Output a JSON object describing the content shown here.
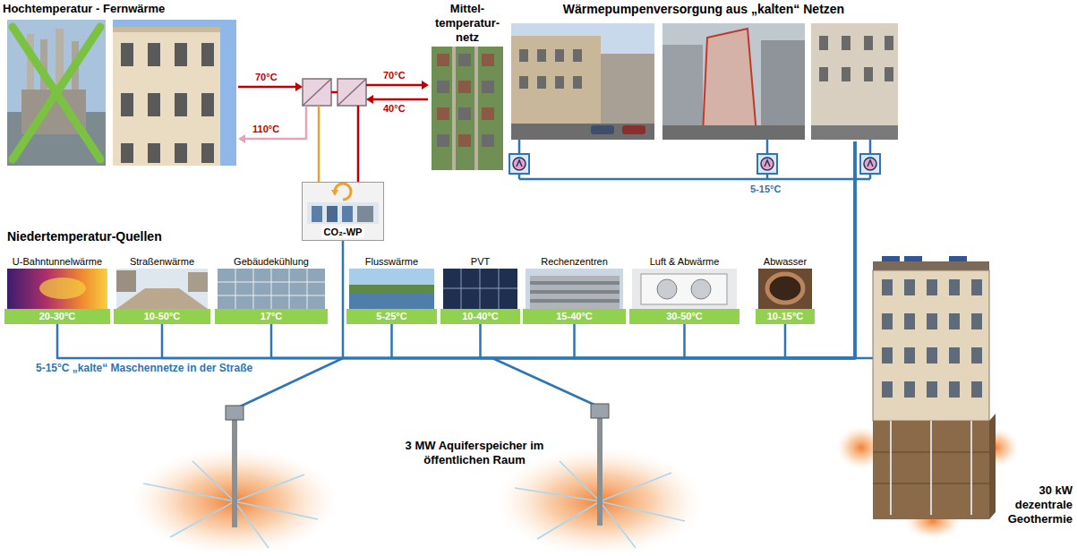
{
  "diagram": {
    "nodes": [
      {
        "text": [
          "Hochtemperatur - Fernwärme"
        ]
      },
      {
        "text": [
          "Mittel- temperatur- netz"
        ]
      },
      {
        "text": [
          "Wärmepumpenversorgung aus „kalten“ Netzen"
        ]
      },
      {
        "text": [
          "CO₂-WP"
        ]
      },
      {
        "text": [
          "U-Bahntunnelwärme",
          "20-30°C"
        ]
      },
      {
        "text": [
          "Straßenwärme",
          "10-50°C"
        ]
      },
      {
        "text": [
          "Gebäudekühlung",
          "17°C"
        ]
      },
      {
        "text": [
          "Flusswärme",
          "5-25°C"
        ]
      },
      {
        "text": [
          "PVT",
          "10-40°C"
        ]
      },
      {
        "text": [
          "Rechenzentren",
          "15-40°C"
        ]
      },
      {
        "text": [
          "Luft & Abwärme",
          "30-50°C"
        ]
      },
      {
        "text": [
          "Abwasser",
          "10-15°C"
        ]
      }
    ],
    "edges": [
      {
        "from": 3,
        "to": 2,
        "arrow": "none"
      },
      {
        "from": 4,
        "to": 2,
        "arrow": "none"
      },
      {
        "from": 5,
        "to": 2,
        "arrow": "none"
      },
      {
        "from": 6,
        "to": 2,
        "arrow": "none"
      },
      {
        "from": 7,
        "to": 2,
        "arrow": "none"
      },
      {
        "from": 8,
        "to": 2,
        "arrow": "none"
      },
      {
        "from": 9,
        "to": 2,
        "arrow": "none"
      },
      {
        "from": 10,
        "to": 2,
        "arrow": "none"
      },
      {
        "from": 11,
        "to": 2,
        "arrow": "none"
      }
    ],
    "labels": [
      "70°C",
      "110°C",
      "70°C",
      "40°C",
      "Niedertemperatur-Quellen",
      "5-15°C",
      "5-15°C „kalte“ Maschennetze in der Straße",
      "3 MW Aquiferspeicher im öffentlichen Raum",
      "30 kW dezentrale Geothermie"
    ]
  }
}
